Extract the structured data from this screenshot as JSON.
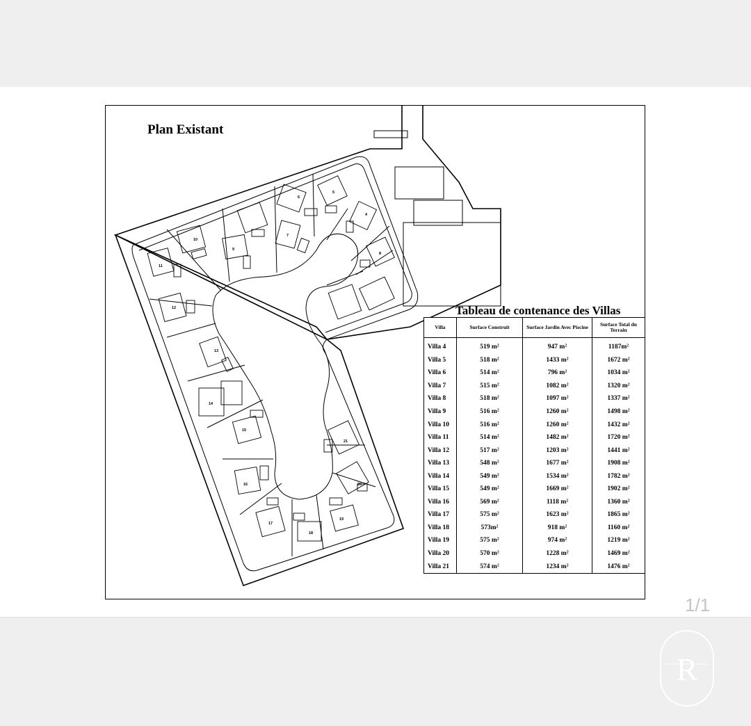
{
  "document": {
    "plan_title": "Plan Existant",
    "page_indicator": "1/1",
    "watermark_letter": "R",
    "plan_lot_numbers": [
      "4",
      "5",
      "6",
      "7",
      "8",
      "9",
      "10",
      "11",
      "12",
      "13",
      "14",
      "15",
      "16",
      "17",
      "18",
      "19",
      "20",
      "21"
    ],
    "table": {
      "title": "Tableau de contenance des Villas",
      "headers": [
        "Villa",
        "Surface Construit",
        "Surface Jardin Avec Piscine",
        "Surface Total du Terrain"
      ],
      "rows": [
        [
          "Villa 4",
          "519 m²",
          "947 m²",
          "1187m²"
        ],
        [
          "Villa 5",
          "518 m²",
          "1433 m²",
          "1672 m²"
        ],
        [
          "Villa 6",
          "514 m²",
          "796 m²",
          "1034 m²"
        ],
        [
          "Villa 7",
          "515 m²",
          "1082 m²",
          "1320 m²"
        ],
        [
          "Villa 8",
          "518 m²",
          "1097 m²",
          "1337 m²"
        ],
        [
          "Villa 9",
          "516 m²",
          "1260 m²",
          "1498 m²"
        ],
        [
          "Villa 10",
          "516 m²",
          "1260 m²",
          "1432 m²"
        ],
        [
          "Villa 11",
          "514 m²",
          "1482 m²",
          "1720 m²"
        ],
        [
          "Villa 12",
          "517 m²",
          "1203 m²",
          "1441 m²"
        ],
        [
          "Villa 13",
          "548 m²",
          "1677 m²",
          "1908 m²"
        ],
        [
          "Villa 14",
          "549 m²",
          "1534 m²",
          "1782 m²"
        ],
        [
          "Villa 15",
          "549 m²",
          "1669 m²",
          "1902 m²"
        ],
        [
          "Villa 16",
          "569 m²",
          "1118 m²",
          "1360 m²"
        ],
        [
          "Villa 17",
          "575 m²",
          "1623 m²",
          "1865 m²"
        ],
        [
          "Villa 18",
          "573m²",
          "918 m²",
          "1160 m²"
        ],
        [
          "Villa 19",
          "575 m²",
          "974 m²",
          "1219 m²"
        ],
        [
          "Villa 20",
          "570 m²",
          "1228 m²",
          "1469 m²"
        ],
        [
          "Villa 21",
          "574 m²",
          "1234 m²",
          "1476 m²"
        ]
      ]
    }
  }
}
